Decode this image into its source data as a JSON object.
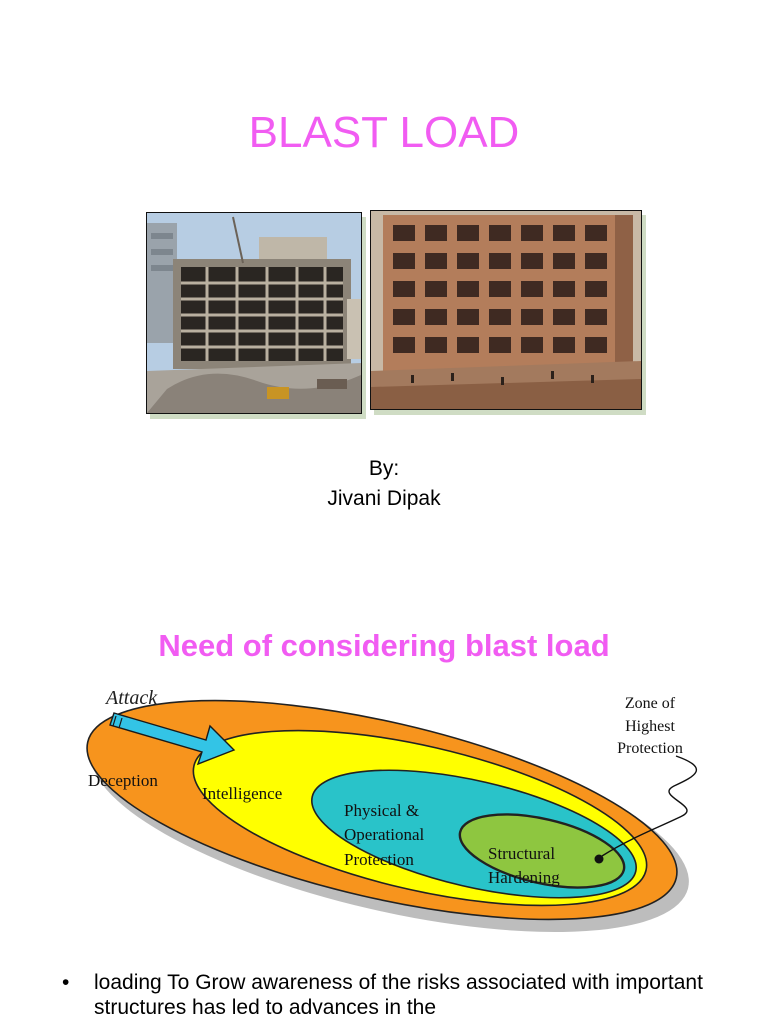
{
  "slide1": {
    "title": "BLAST LOAD",
    "byline_label": "By:",
    "author": "Jivani Dipak"
  },
  "slide2": {
    "title": "Need of considering blast load",
    "diagram": {
      "attack_label": "Attack",
      "zone_label_lines": [
        "Zone of",
        "Highest",
        "Protection"
      ],
      "layers": [
        {
          "lines": [
            "Deception"
          ],
          "color": "#f7941d"
        },
        {
          "lines": [
            "Intelligence"
          ],
          "color": "#ffff00"
        },
        {
          "lines": [
            "Physical &",
            "Operational",
            "Protection"
          ],
          "color": "#29c3c9"
        },
        {
          "lines": [
            "Structural",
            "Hardening"
          ],
          "color": "#8ec640"
        }
      ]
    },
    "bullet_text": "loading To Grow awareness of the risks associated with important structures has led to advances in the"
  },
  "colors": {
    "title_accent": "#f15cf2",
    "attack_arrow": "#33c4e6",
    "shadow": "#b9b9b9"
  }
}
